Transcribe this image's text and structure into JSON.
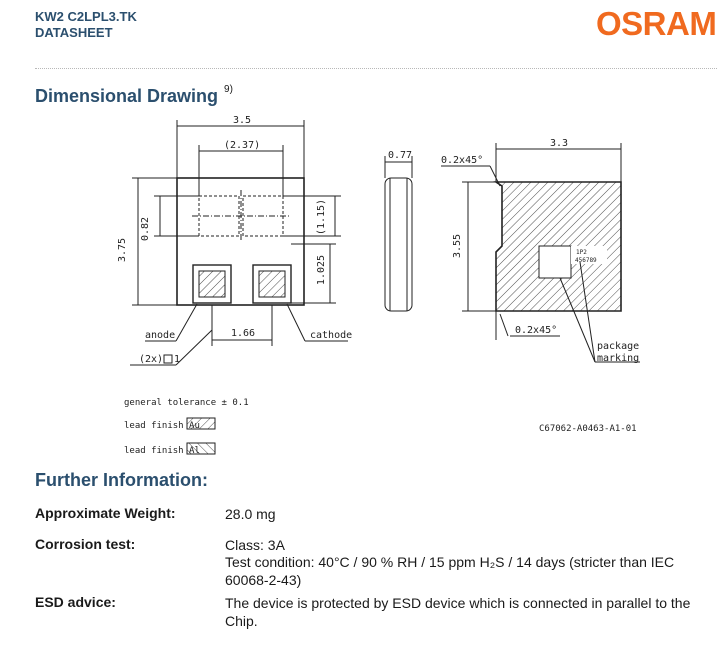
{
  "header": {
    "product": "KW2 C2LPL3.TK",
    "doc_type": "DATASHEET",
    "logo": "OSRAM",
    "logo_color": "#f06a1f",
    "accent_color": "#2b4f6e"
  },
  "dimensional": {
    "heading": "Dimensional Drawing",
    "footnote": "9)",
    "dims": {
      "width_top": "3.5",
      "pad_span": "(2.37)",
      "height_left": "3.75",
      "pad_height": "0.82",
      "ref_115": "(1.15)",
      "ref_1025": "1.025",
      "pitch": "1.66",
      "side_thickness": "0.77",
      "chamfer_top": "0.2x45°",
      "back_width": "3.3",
      "back_height": "3.55",
      "chamfer_bottom": "0.2x45°"
    },
    "labels": {
      "anode": "anode",
      "cathode": "cathode",
      "count": "(2x)",
      "count_suffix": "1",
      "package_marking_1": "package",
      "package_marking_2": "marking",
      "mark_line_1": "1P2",
      "mark_line_2": "456789"
    },
    "notes": {
      "tolerance": "general tolerance ± 0.1",
      "finish_au": "lead finish Au",
      "finish_al": "lead finish Al",
      "drawing_no": "C67062-A0463-A1-01"
    }
  },
  "further": {
    "heading": "Further Information:",
    "rows": [
      {
        "label": "Approximate Weight:",
        "lines": [
          "28.0 mg"
        ]
      },
      {
        "label": "Corrosion test:",
        "lines": [
          "Class: 3A",
          "Test condition: 40°C / 90 % RH / 15 ppm H₂S / 14 days (stricter than IEC",
          "60068-2-43)"
        ]
      },
      {
        "label": "ESD advice:",
        "lines": [
          "The device is protected by ESD device which is connected in parallel to the",
          "Chip."
        ]
      }
    ]
  }
}
